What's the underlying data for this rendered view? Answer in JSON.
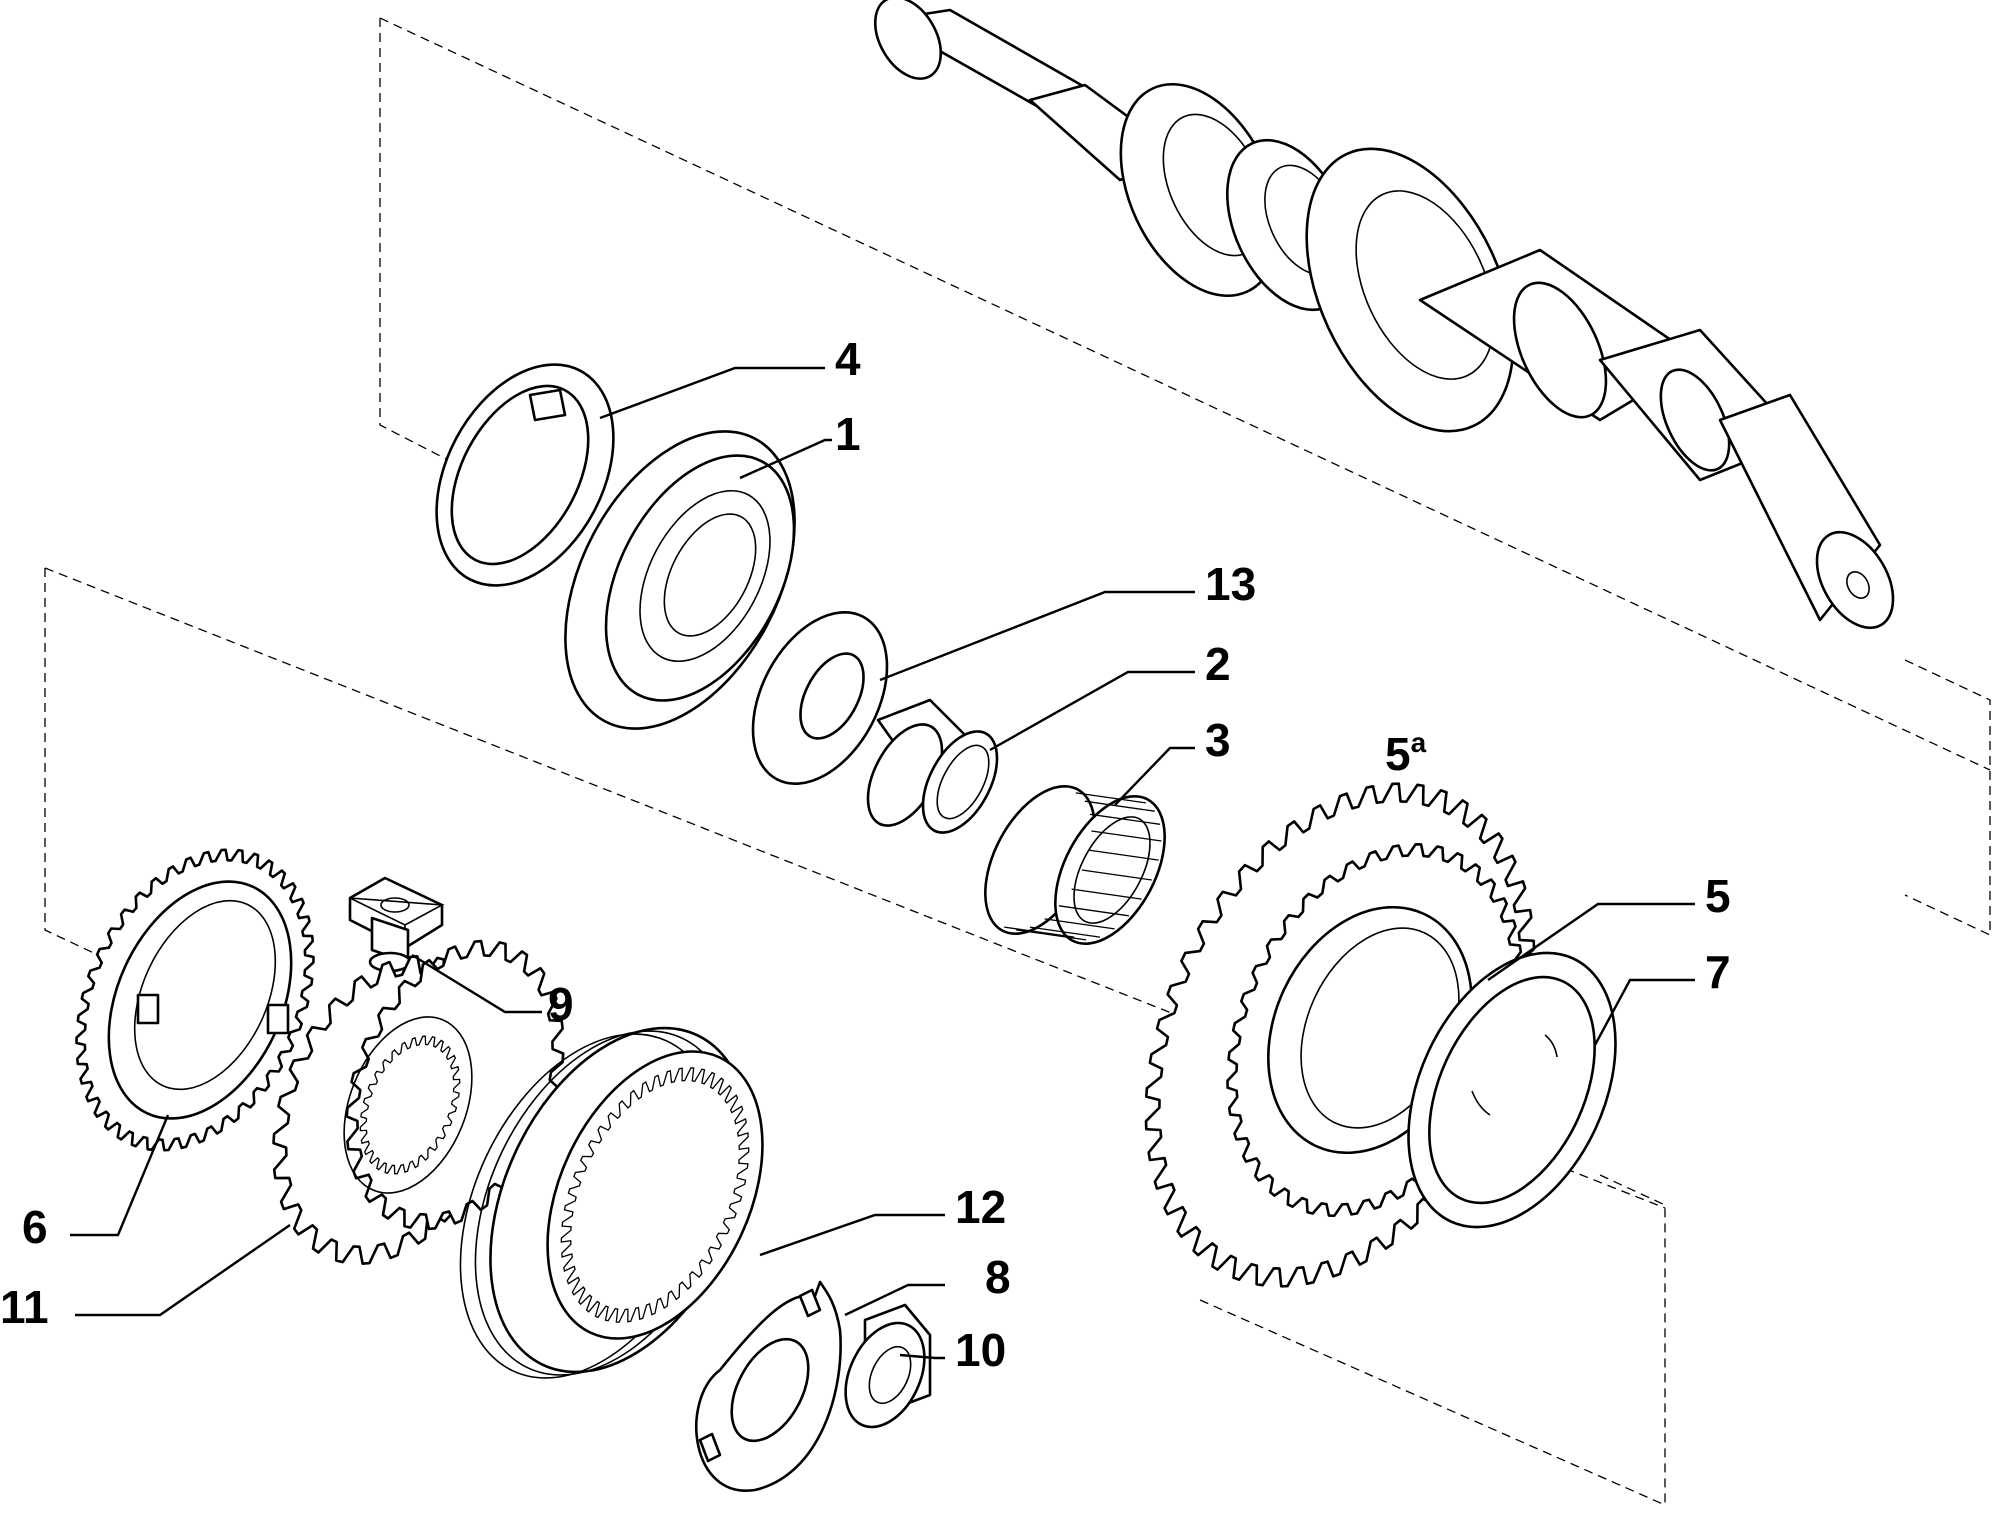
{
  "diagram": {
    "callouts": [
      {
        "id": "c1",
        "text": "1"
      },
      {
        "id": "c2",
        "text": "2"
      },
      {
        "id": "c3",
        "text": "3"
      },
      {
        "id": "c4",
        "text": "4"
      },
      {
        "id": "c5",
        "text": "5"
      },
      {
        "id": "c5a",
        "text": "5",
        "superscript": "a"
      },
      {
        "id": "c6",
        "text": "6"
      },
      {
        "id": "c7",
        "text": "7"
      },
      {
        "id": "c8",
        "text": "8"
      },
      {
        "id": "c9",
        "text": "9"
      },
      {
        "id": "c10",
        "text": "10"
      },
      {
        "id": "c11",
        "text": "11"
      },
      {
        "id": "c12",
        "text": "12"
      },
      {
        "id": "c13",
        "text": "13"
      }
    ],
    "colors": {
      "line": "#000000",
      "background": "#ffffff"
    }
  }
}
